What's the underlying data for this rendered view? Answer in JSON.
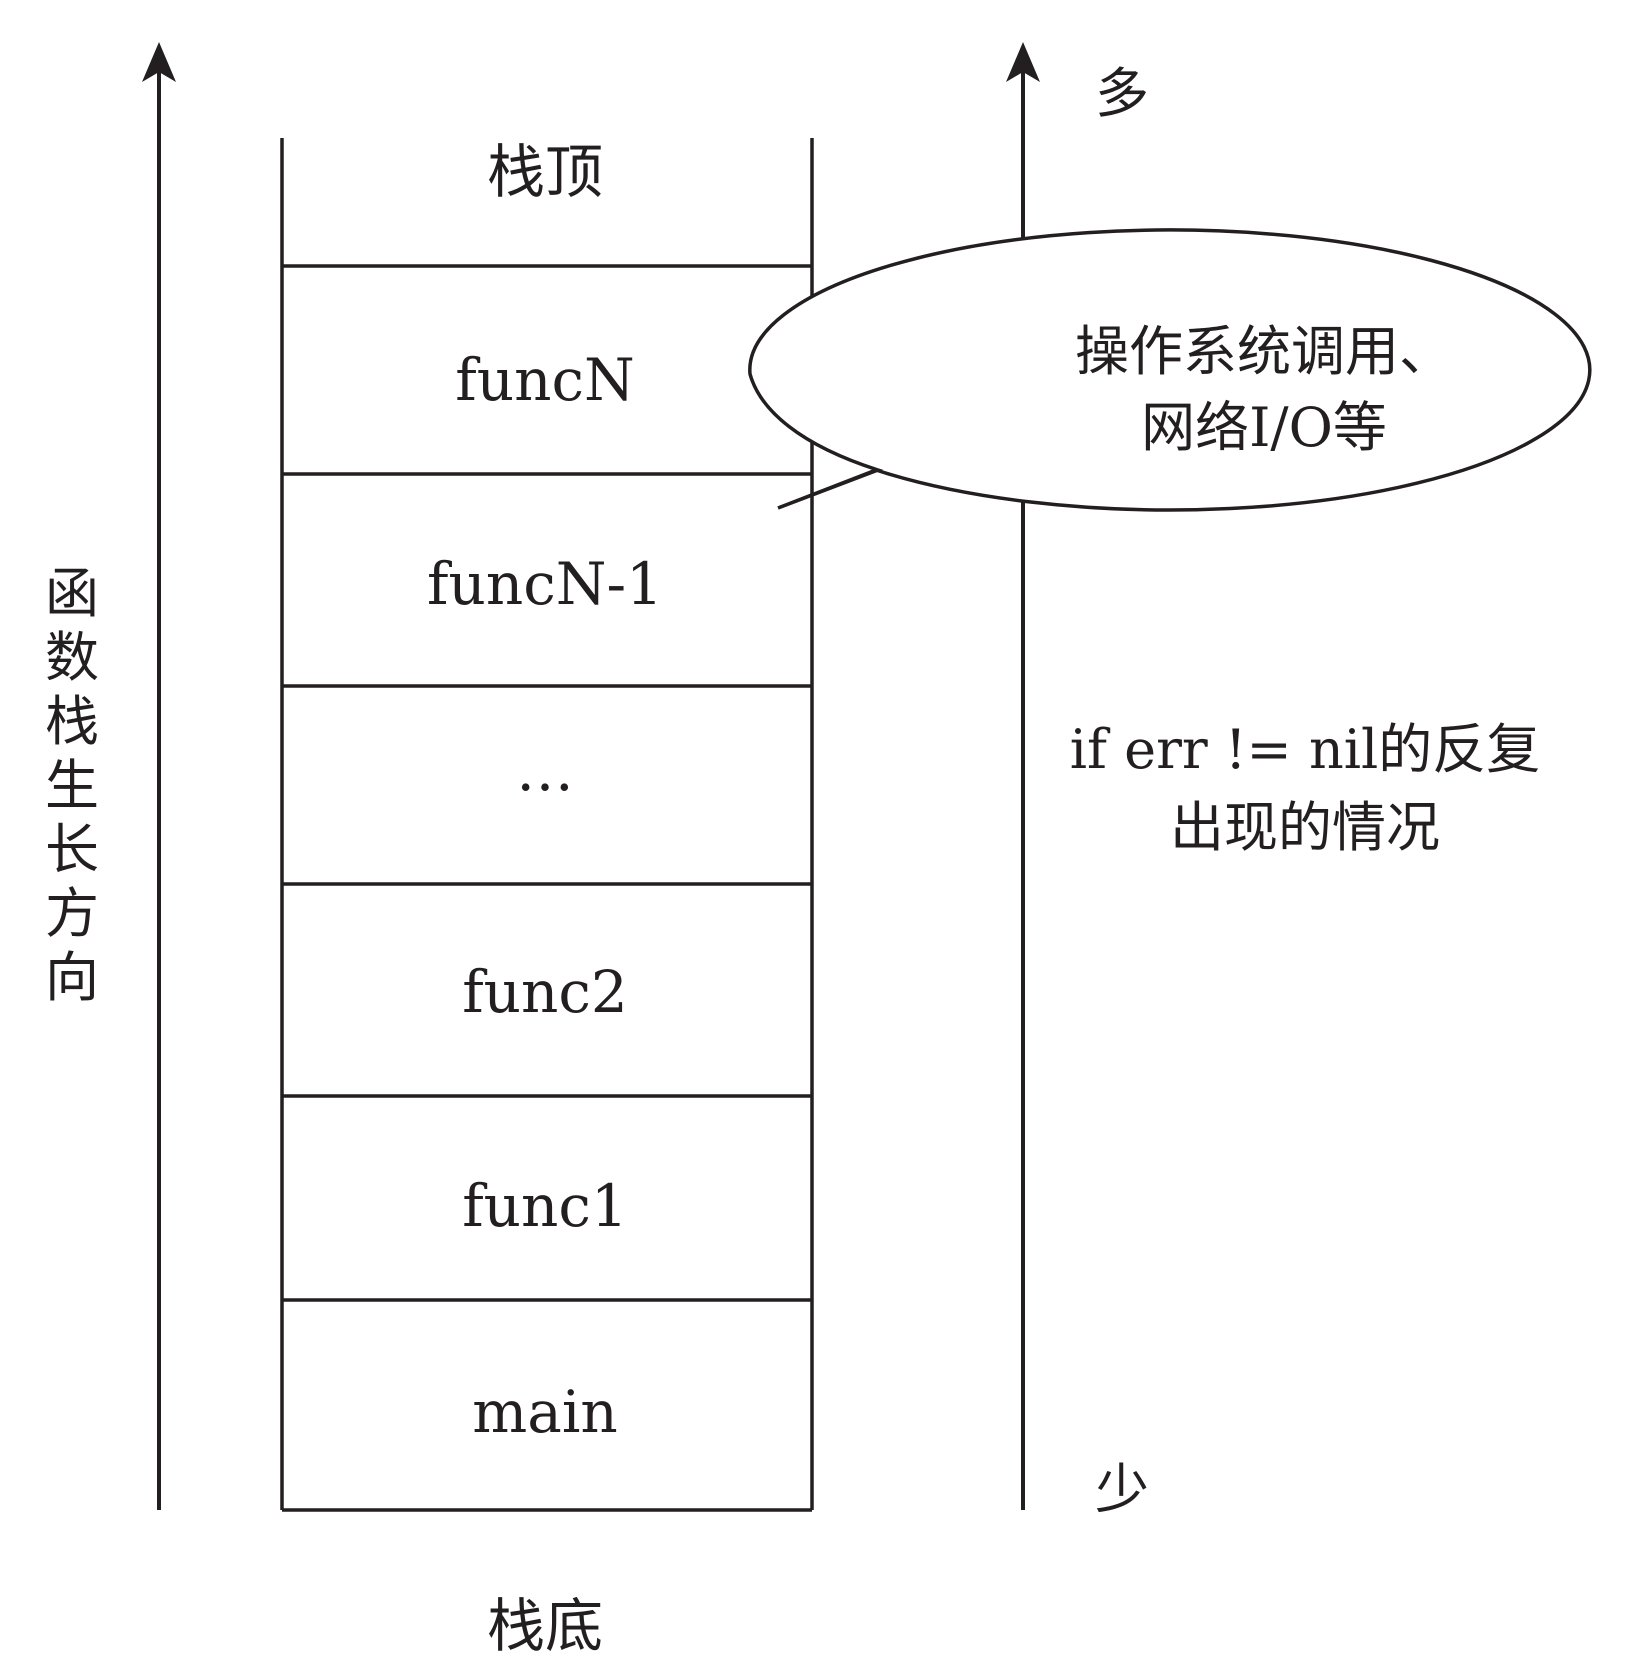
{
  "left_axis": {
    "label_chars": [
      "函",
      "数",
      "栈",
      "生",
      "长",
      "方",
      "向"
    ]
  },
  "stack": {
    "top_label": "栈顶",
    "bottom_label": "栈底",
    "frames": [
      "funcN",
      "funcN-1",
      "…",
      "func2",
      "func1",
      "main"
    ]
  },
  "right_axis": {
    "top_label": "多",
    "bottom_label": "少"
  },
  "callout": {
    "line1": "操作系统调用、",
    "line2": "网络I/O等"
  },
  "note": {
    "line1": "if err != nil的反复",
    "line2": "出现的情况"
  },
  "colors": {
    "stroke": "#231f20",
    "background": "#ffffff"
  }
}
